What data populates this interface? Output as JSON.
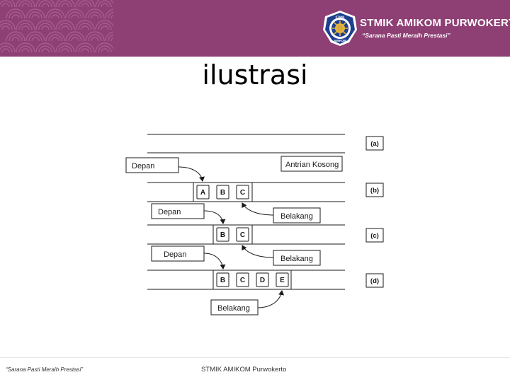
{
  "header": {
    "brand_name": "STMIK AMIKOM PURWOKERTO",
    "brand_motto": "“Sarana Pasti Meraih Prestasi”",
    "logo": {
      "icon": "amikom-seal-icon",
      "text_top": "STMIK",
      "text_bottom": "AMIKOM"
    },
    "colors": {
      "band": "#8e3f74",
      "pattern": "#a0588a",
      "seal_blue": "#1f3f8f",
      "seal_gold": "#e3b23c"
    }
  },
  "title": "ilustrasi",
  "diagram": {
    "callouts": {
      "front": "Depan",
      "rear": "Belakang",
      "empty": "Antrian Kosong"
    },
    "states": [
      {
        "tag": "(a)",
        "cells": []
      },
      {
        "tag": "(b)",
        "cells": [
          "A",
          "B",
          "C"
        ]
      },
      {
        "tag": "(c)",
        "cells": [
          "B",
          "C"
        ]
      },
      {
        "tag": "(d)",
        "cells": [
          "B",
          "C",
          "D",
          "E"
        ]
      }
    ]
  },
  "footer": {
    "motto": "“Sarana Pasti Meraih Prestasi”",
    "campus": "STMIK AMIKOM Purwokerto"
  }
}
